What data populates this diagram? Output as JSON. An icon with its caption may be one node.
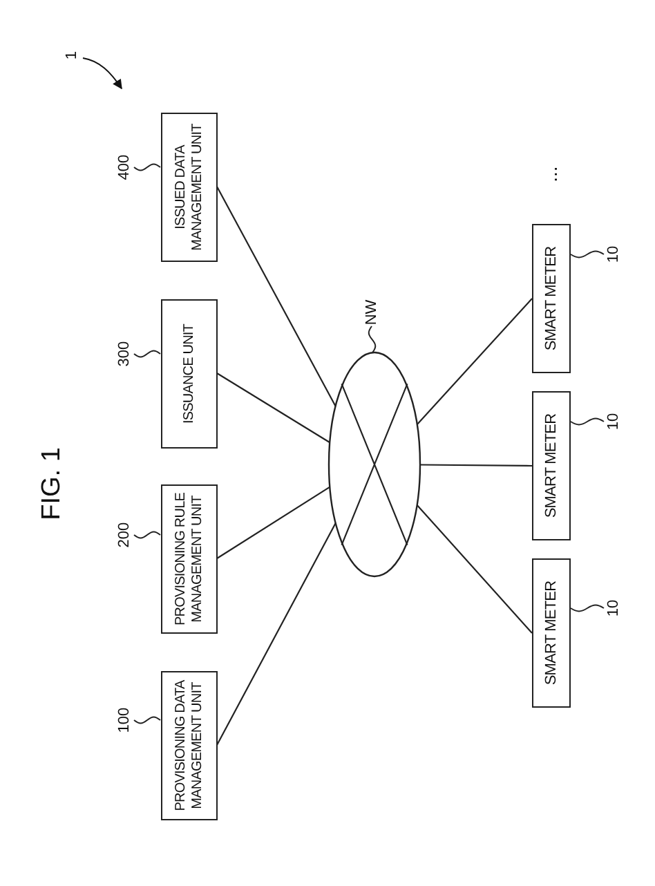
{
  "diagram": {
    "title": "FIG. 1",
    "nodes": [
      {
        "text": [
          "PROVISIONING DATA MANAGEMENT UNIT"
        ]
      },
      {
        "text": [
          "PROVISIONING RULE MANAGEMENT UNIT"
        ]
      },
      {
        "text": [
          "ISSUANCE UNIT"
        ]
      },
      {
        "text": [
          "ISSUED DATA MANAGEMENT UNIT"
        ]
      },
      {
        "text": [],
        "shape": "ellipse"
      },
      {
        "text": [
          "SMART METER"
        ]
      },
      {
        "text": [
          "SMART METER"
        ]
      },
      {
        "text": [
          "SMART METER"
        ]
      },
      {
        "text": [
          "100"
        ]
      },
      {
        "text": [
          "200"
        ]
      },
      {
        "text": [
          "300"
        ]
      },
      {
        "text": [
          "400"
        ]
      },
      {
        "text": [
          "NW"
        ]
      },
      {
        "text": [
          "10"
        ]
      },
      {
        "text": [
          "10"
        ]
      },
      {
        "text": [
          "10"
        ]
      }
    ],
    "edges": [
      {
        "from": 0,
        "to": 4,
        "arrow": "none"
      },
      {
        "from": 1,
        "to": 4,
        "arrow": "none"
      },
      {
        "from": 2,
        "to": 4,
        "arrow": "none"
      },
      {
        "from": 3,
        "to": 4,
        "arrow": "none"
      },
      {
        "from": 4,
        "to": 5,
        "arrow": "none"
      },
      {
        "from": 4,
        "to": 6,
        "arrow": "none"
      },
      {
        "from": 4,
        "to": 7,
        "arrow": "none"
      },
      {
        "from": 8,
        "to": 0,
        "arrow": "none"
      },
      {
        "from": 9,
        "to": 1,
        "arrow": "none"
      },
      {
        "from": 10,
        "to": 2,
        "arrow": "none"
      },
      {
        "from": 11,
        "to": 3,
        "arrow": "none"
      },
      {
        "from": 12,
        "to": 4,
        "arrow": "none"
      },
      {
        "from": 13,
        "to": 5,
        "arrow": "none"
      },
      {
        "from": 14,
        "to": 6,
        "arrow": "none"
      },
      {
        "from": 15,
        "to": 7,
        "arrow": "none"
      }
    ],
    "labels": [
      "1",
      "..."
    ]
  }
}
